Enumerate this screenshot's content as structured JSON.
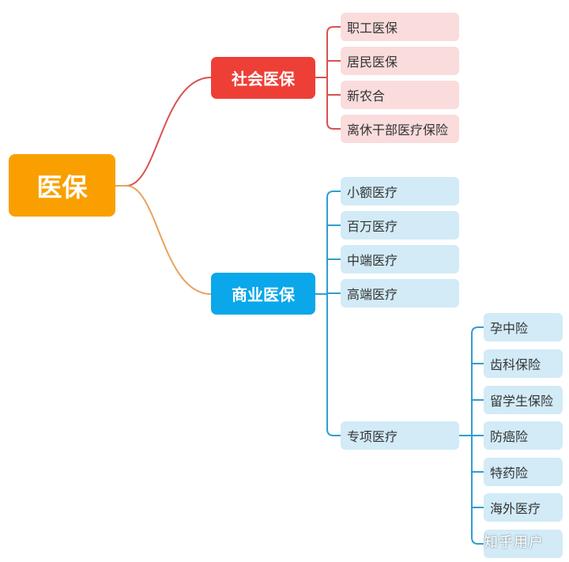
{
  "colors": {
    "root": "#f9a000",
    "social": "#ee3f36",
    "commercial": "#0aa7ea",
    "social_leaf_bg": "#fbdcdc",
    "commercial_leaf_bg": "#d2ebf7",
    "social_link": "#d9514e",
    "commercial_link": "#e9a25a",
    "blue_link": "#2e9ed0"
  },
  "mindmap": {
    "root": "医保",
    "social": {
      "label": "社会医保",
      "items": [
        "职工医保",
        "居民医保",
        "新农合",
        "离休干部医疗保险"
      ]
    },
    "commercial": {
      "label": "商业医保",
      "items": [
        "小额医疗",
        "百万医疗",
        "中端医疗",
        "高端医疗",
        "专项医疗"
      ],
      "special": {
        "label": "专项医疗",
        "items": [
          "孕中险",
          "齿科保险",
          "留学生保险",
          "防癌险",
          "特药险",
          "海外医疗"
        ]
      }
    }
  },
  "watermark": "知乎用户"
}
